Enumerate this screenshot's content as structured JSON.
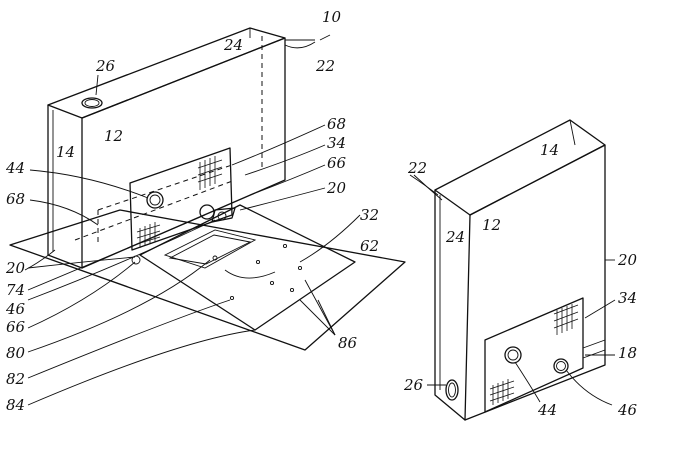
{
  "figure": {
    "left_view": {
      "labels": {
        "device": "10",
        "edge_top": "22",
        "top_face": "24",
        "port_top": "26",
        "front_face": "12",
        "side_face": "14",
        "window_button": "44",
        "inner_frame": "68",
        "frame_right": "68",
        "panel": "34",
        "hinge": "66",
        "base_edge": "20",
        "sheet": "32",
        "sheet_corner": "62",
        "left_base": "20",
        "latch": "74",
        "knob": "46",
        "bracket": "66",
        "pad": "80",
        "pad_dot": "82",
        "tray": "84",
        "holes": "86"
      }
    },
    "right_view": {
      "labels": {
        "edge": "22",
        "top_face": "14",
        "front_face": "12",
        "side_face": "24",
        "body": "20",
        "panel": "34",
        "base": "18",
        "port": "26",
        "button_left": "44",
        "button_right": "46"
      }
    }
  }
}
